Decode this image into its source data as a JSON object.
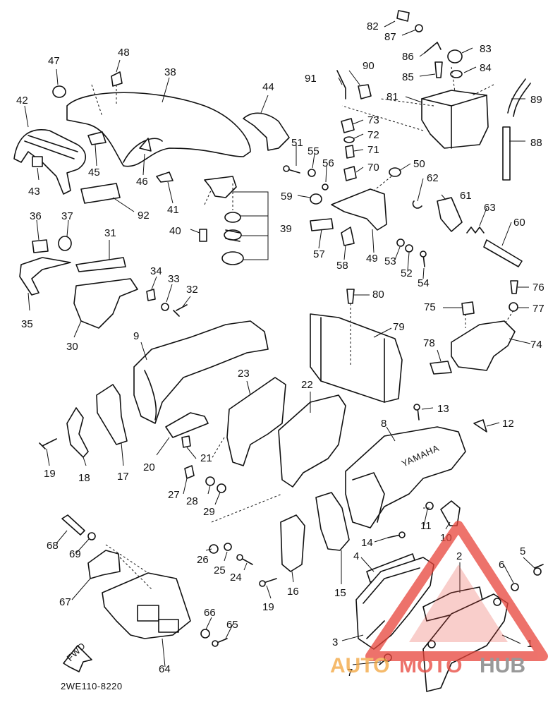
{
  "diagram": {
    "code": "2WE110-8220",
    "fwd_label": "FWD",
    "panel_text_8": "YAMAHA",
    "callouts": [
      "1",
      "2",
      "3",
      "4",
      "5",
      "6",
      "7",
      "8",
      "9",
      "10",
      "11",
      "12",
      "13",
      "14",
      "15",
      "16",
      "17",
      "18",
      "19",
      "19",
      "20",
      "21",
      "22",
      "23",
      "24",
      "25",
      "26",
      "27",
      "28",
      "29",
      "30",
      "31",
      "32",
      "33",
      "34",
      "35",
      "36",
      "37",
      "38",
      "39",
      "40",
      "41",
      "42",
      "43",
      "44",
      "45",
      "46",
      "47",
      "48",
      "49",
      "50",
      "51",
      "52",
      "53",
      "54",
      "55",
      "56",
      "57",
      "58",
      "59",
      "60",
      "61",
      "62",
      "63",
      "64",
      "65",
      "66",
      "67",
      "68",
      "69",
      "70",
      "71",
      "72",
      "73",
      "74",
      "75",
      "76",
      "77",
      "78",
      "79",
      "80",
      "81",
      "82",
      "83",
      "84",
      "85",
      "86",
      "87",
      "88",
      "89",
      "90",
      "91",
      "92"
    ]
  },
  "watermark": {
    "part1": "AUTO",
    "part2": "MOTO",
    "part3": "HUB",
    "color_primary": "#e8443a",
    "color_secondary": "#f2a33a",
    "color_tertiary": "#777777"
  }
}
